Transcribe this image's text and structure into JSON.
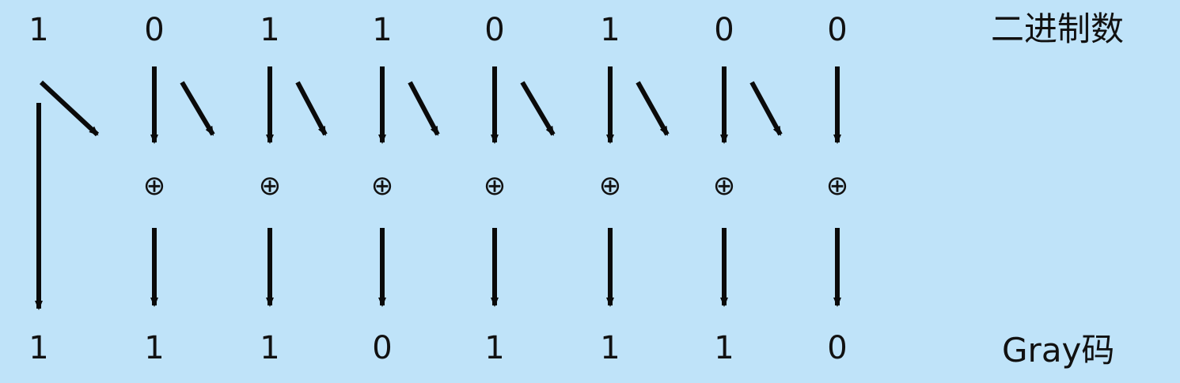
{
  "binary": {
    "label": "二进制数",
    "digits": [
      "1",
      "0",
      "1",
      "1",
      "0",
      "1",
      "0",
      "0"
    ]
  },
  "gray": {
    "label": "Gray码",
    "digits": [
      "1",
      "1",
      "1",
      "0",
      "1",
      "1",
      "1",
      "0"
    ]
  },
  "xor_symbol": "⊕",
  "arrow_color": "#0a0a0a",
  "background_color": "#bfe3f9"
}
